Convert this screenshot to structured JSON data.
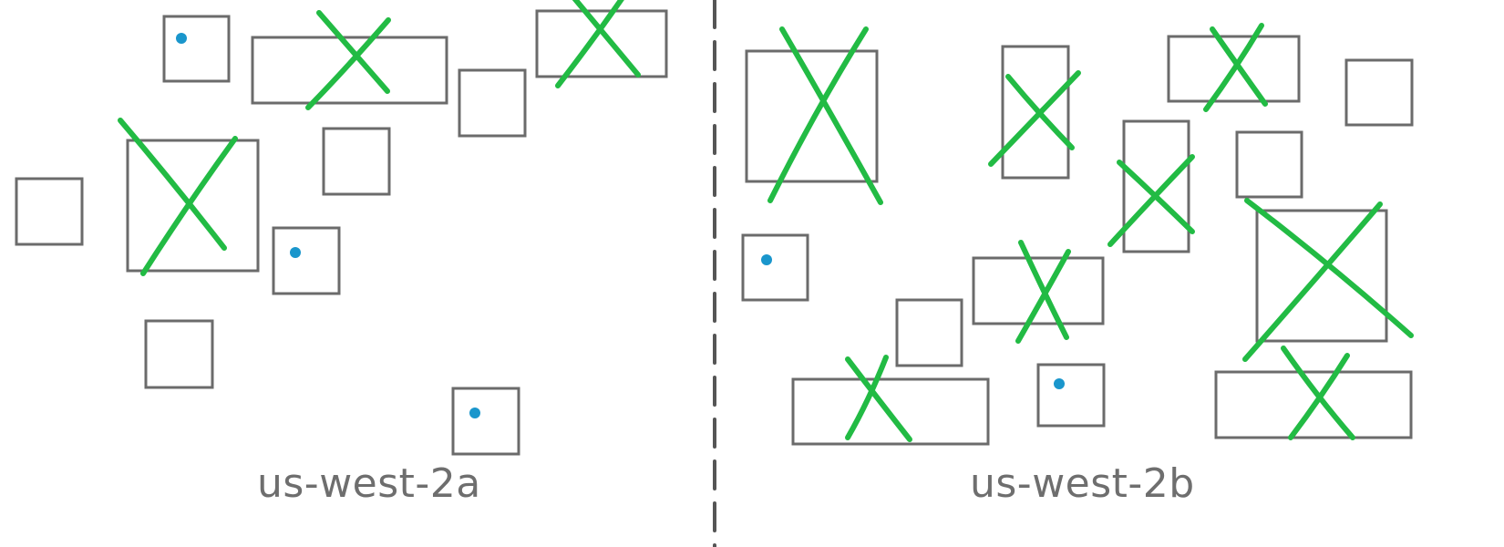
{
  "colors": {
    "box_stroke": "#6b6b6b",
    "cross": "#22bb44",
    "dot": "#1a96cc",
    "divider": "#555555",
    "label": "#6e6e6e"
  },
  "zones": [
    {
      "label": "us-west-2a"
    },
    {
      "label": "us-west-2b"
    }
  ],
  "legend_semantics": {
    "crossed": "crossed out (green X)",
    "dot": "blue dot"
  }
}
